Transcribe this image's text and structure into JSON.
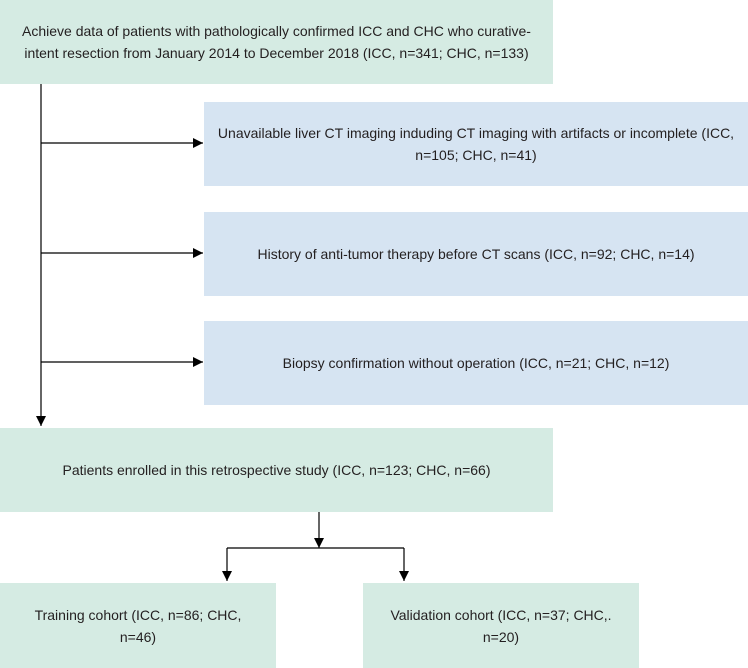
{
  "colors": {
    "green_box": "#d5ebe3",
    "blue_box": "#d6e4f2",
    "line": "#000000",
    "text": "#231f20"
  },
  "boxes": {
    "initial": "Achieve data of patients with pathologically confirmed ICC and CHC who curative-intent resection from January 2014 to December 2018 (ICC, n=341; CHC, n=133)",
    "exclusion_1": "Unavailable liver CT imaging induding CT imaging with artifacts or incomplete (ICC, n=105; CHC, n=41)",
    "exclusion_2": "History of anti-tumor therapy before CT scans (ICC, n=92; CHC, n=14)",
    "exclusion_3": "Biopsy confirmation without operation (ICC, n=21; CHC, n=12)",
    "enrolled": "Patients enrolled in this retrospective study (ICC, n=123; CHC, n=66)",
    "training": "Training cohort (ICC, n=86; CHC, n=46)",
    "validation": "Validation cohort (ICC, n=37; CHC,. n=20)"
  }
}
